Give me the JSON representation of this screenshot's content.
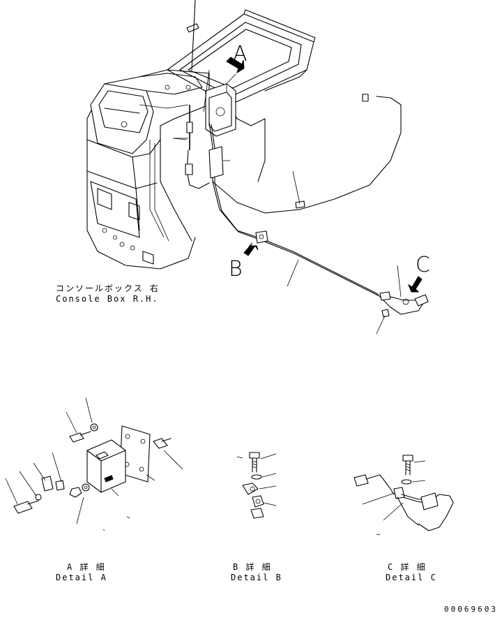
{
  "callouts": {
    "a": "A",
    "b": "B",
    "c": "C"
  },
  "console": {
    "label_jp": "コンソールボックス 右",
    "label_en": "Console Box R.H."
  },
  "details": [
    {
      "jp": "A 詳 細",
      "en": "Detail A"
    },
    {
      "jp": "B 詳 細",
      "en": "Detail B"
    },
    {
      "jp": "C 詳 細",
      "en": "Detail C"
    }
  ],
  "drawing_code": "00069603"
}
